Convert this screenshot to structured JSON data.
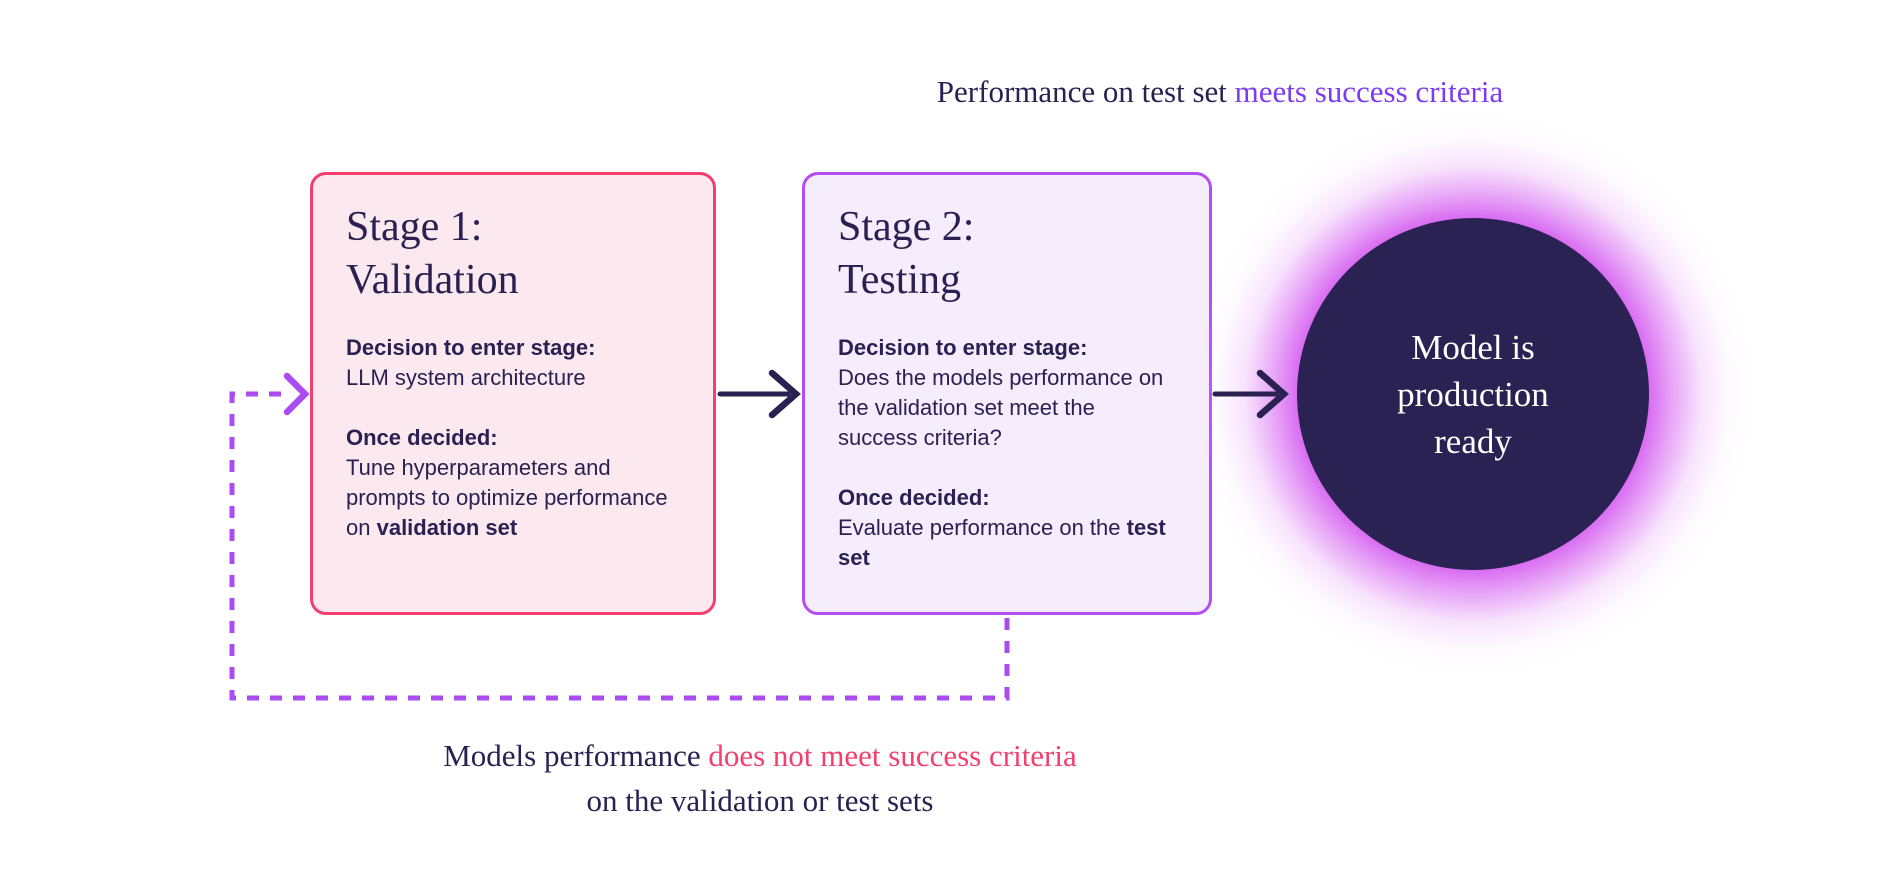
{
  "colors": {
    "navy": "#2a2152",
    "pink": "#f43f6e",
    "pinkfill": "#fce9ef",
    "purple": "#b44df2",
    "purplefill": "#f5ecfc",
    "accentpurple": "#7b3bf2",
    "accentpink": "#f43f6e",
    "dash": "#ab4cf2",
    "glow": "#d96ef2",
    "circle": "#2a2253"
  },
  "top_caption": {
    "plain": "Performance on test set ",
    "highlight": "meets success criteria"
  },
  "stage1": {
    "title_line1": "Stage 1:",
    "title_line2": "Validation",
    "label1": "Decision to enter stage:",
    "text1": "LLM system architecture",
    "label2": "Once decided:",
    "text2_plain": "Tune hyperparameters and prompts to optimize performance on ",
    "text2_bold": "validation set"
  },
  "stage2": {
    "title_line1": "Stage 2:",
    "title_line2": "Testing",
    "label1": "Decision to enter stage:",
    "text1": "Does the models performance on the validation set meet the success criteria?",
    "label2": "Once decided:",
    "text2_plain": "Evaluate performance on the ",
    "text2_bold": "test set"
  },
  "circle": {
    "line1": "Model is",
    "line2": "production",
    "line3": "ready"
  },
  "bottom_caption": {
    "plain": "Models performance ",
    "highlight": "does not meet success criteria",
    "line2": "on the validation or test sets"
  }
}
